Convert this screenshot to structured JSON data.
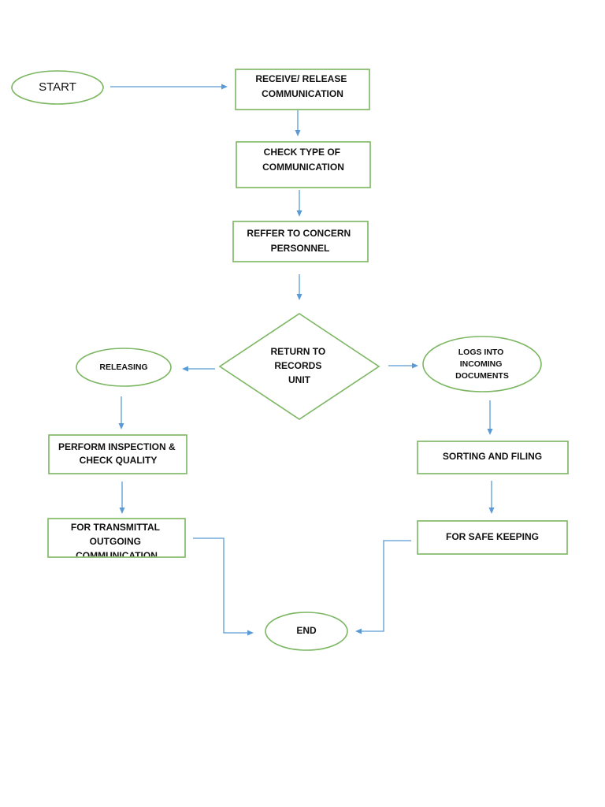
{
  "nodes": {
    "start": [
      "START"
    ],
    "receive": [
      "RECEIVE/ RELEASE",
      "COMMUNICATION"
    ],
    "check": [
      "CHECK TYPE OF",
      "COMMUNICATION"
    ],
    "refer": [
      "REFFER TO CONCERN",
      "PERSONNEL"
    ],
    "decision": [
      "RETURN TO",
      "RECORDS",
      "UNIT"
    ],
    "releasing": [
      "RELEASING"
    ],
    "inspection": [
      "PERFORM INSPECTION &",
      "CHECK QUALITY"
    ],
    "transmittal": [
      "FOR TRANSMITTAL",
      "OUTGOING",
      "COMMUNICATION"
    ],
    "logs": [
      "LOGS INTO",
      "INCOMING",
      "DOCUMENTS"
    ],
    "sorting": [
      "SORTING AND FILING"
    ],
    "safe": [
      "FOR SAFE KEEPING"
    ],
    "end": [
      "END"
    ]
  },
  "colors": {
    "node_stroke": "#7bb661",
    "edge": "#5b9bd5",
    "text": "#111111"
  }
}
